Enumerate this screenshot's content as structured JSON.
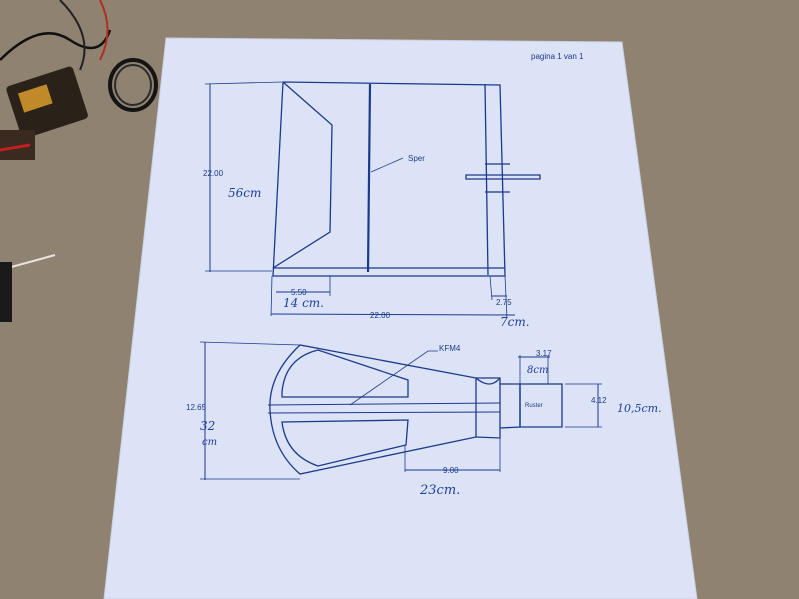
{
  "page_header": "pagina 1 van 1",
  "top_view": {
    "height_dim": "22.00",
    "height_note": "56cm",
    "spar_label": "Sper",
    "left_dim": "5.50",
    "left_note": "14 cm.",
    "total_dim": "22.00",
    "right_dim": "2.75",
    "right_note": "7cm."
  },
  "bottom_view": {
    "foil_label": "KFM4",
    "nose_dim": "3.17",
    "nose_note": "8cm",
    "box_label": "Ruster",
    "box_dim": "4.12",
    "box_note": "10,5cm.",
    "height_dim": "12.65",
    "height_note_1": "32",
    "height_note_2": "cm",
    "bottom_dim": "9.00",
    "bottom_note": "23cm."
  },
  "colors": {
    "table": "#8a7d6c",
    "paper": "#dde3f6",
    "ink": "#1c3a8a",
    "pencil": "#1f3f9c"
  }
}
